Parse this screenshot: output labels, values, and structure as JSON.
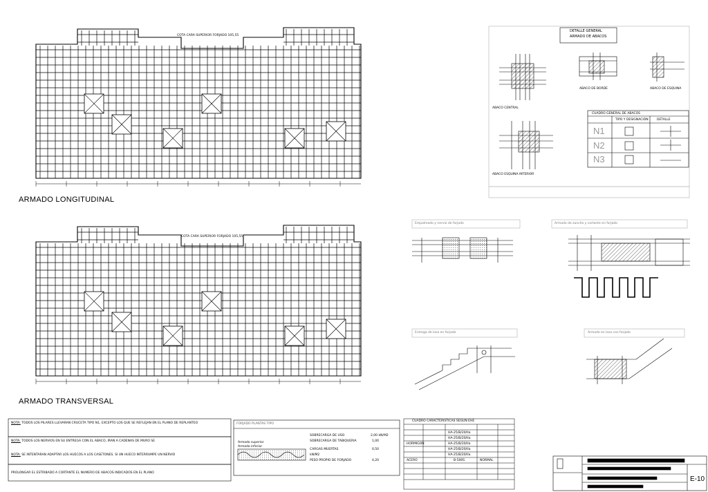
{
  "sheet": {
    "code": "E-10",
    "colors": {
      "line": "#000000",
      "paper": "#ffffff",
      "grey": "#9a9a9a"
    }
  },
  "plan_longitudinal": {
    "title": "ARMADO LONGITUDINAL",
    "level_label": "COTA CARA SUPERIOR FORJADO 105,55"
  },
  "plan_transversal": {
    "title": "ARMADO TRANSVERSAL",
    "level_label": "COTA CARA SUPERIOR FORJADO 105,55"
  },
  "detalle_abacos": {
    "title_line1": "DETALLE GENERAL",
    "title_line2": "ARMADO DE ABACOS",
    "abaco_central": "ABACO CENTRAL",
    "abaco_borde": "ABACO DE BORDE",
    "abaco_esquina": "ABACO DE ESQUINA",
    "abaco_esquina_interior": "ABACO ESQUINA INTERIOR",
    "table_header": "CUADRO GENERAL DE ABACOS",
    "table_cols": [
      "TIPO Y DESIGNACIÓN",
      "DETALLE"
    ],
    "rows": [
      "N1",
      "N2",
      "N3"
    ]
  },
  "detail_titles": {
    "d1": "Empalmado y nervio de forjado",
    "d2": "Armado de zuncho y cortante en forjado",
    "d3": "Entrega de losa en forjado",
    "d4": "Armado en losa con forjado"
  },
  "notes": {
    "n1_label": "NOTA:",
    "n1": "TODOS LOS PILARES LLEVARAN CRUCETA TIPO N1, EXCEPTO LOS QUE SE REFLEJAN EN EL PLANO DE REPLANTEO",
    "n2_label": "NOTA:",
    "n2": "TODOS LOS NERVIOS EN SU ENTREGA CON EL ABACO, IRAN A CADENAS DE MURO SE",
    "n3_label": "NOTA:",
    "n3": "SE INTENTARAN ADAPTAR LOS HUECOS A LOS CASETONES. SI UN HUECO INTERRUMPE UN NERVIO",
    "n4": "PROLONGAR EL ESTRIBADO A CORTANTE EL NUMERO DE ABACOS INDICADOS EN EL PLANO"
  },
  "loads": {
    "title": "FORJADO PLANTAS TIPO",
    "sobrecarga_uso_label": "SOBRECARGA DE USO",
    "sobrecarga_uso_value": "2,00 kN/M2",
    "tabiqueria_label": "SOBRECARGA DE TABIQUERIA",
    "tabiqueria_value": "1,00",
    "cargas_muertas_label": "CARGAS MUERTAS",
    "cargas_muertas_value": "0,50",
    "peso_forjado_label": "PESO PROPIO DE FORJADO",
    "peso_forjado_value": "4,20",
    "unit": "kN/M2",
    "arm_superior": "Armado superior",
    "arm_inferior": "Armado inferior"
  },
  "materials": {
    "title": "CUADRO CARACTERISTICAS SEGUN EHE",
    "group_hormigon": "HORMIGON",
    "rows": [
      "HA-25/B/20/IIa",
      "HA-25/B/20/IIa",
      "HA-25/B/20/IIa",
      "HA-25/B/20/IIa",
      "HA-25/B/20/IIa"
    ],
    "acero_label": "ACERO",
    "acero_value": "B-500S",
    "nivel_label": "NORMAL"
  }
}
